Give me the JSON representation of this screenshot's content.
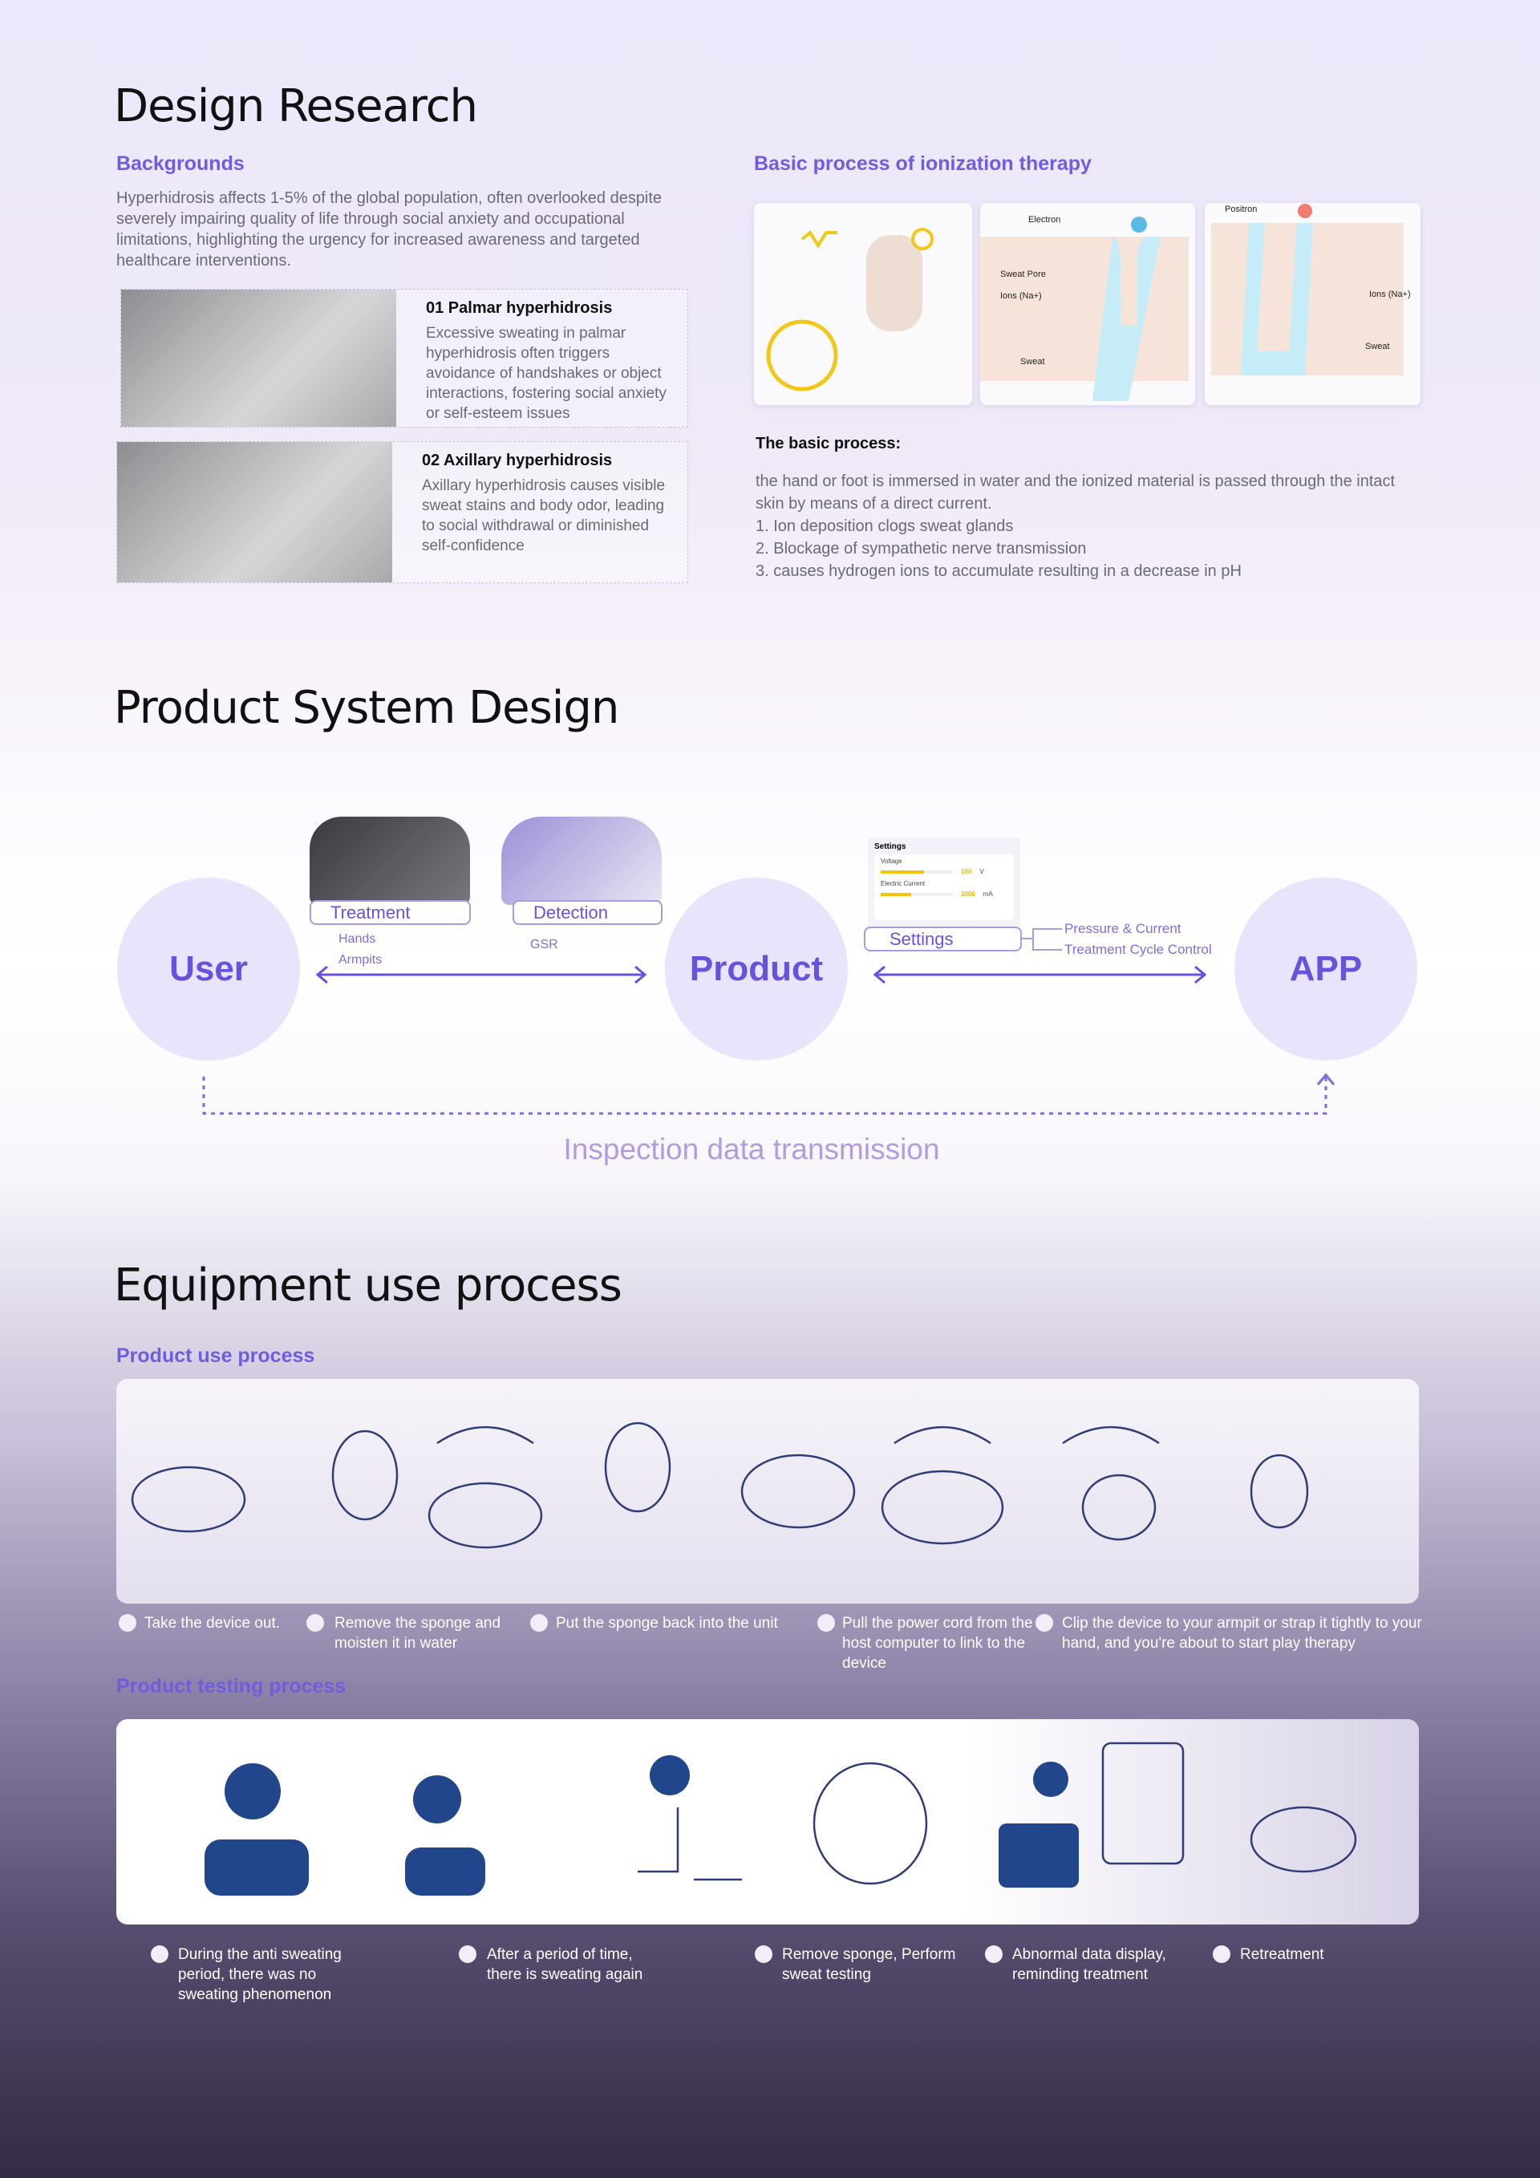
{
  "design_research": {
    "title": "Design Research",
    "backgrounds_heading": "Backgrounds",
    "backgrounds_text": "Hyperhidrosis affects 1-5% of the global population, often overlooked despite severely impairing quality of life through social anxiety and occupational limitations, highlighting the urgency for increased awareness and targeted healthcare interventions.",
    "cards": [
      {
        "title": "01 Palmar hyperhidrosis",
        "text": "Excessive sweating in palmar hyperhidrosis often triggers avoidance of handshakes or object interactions, fostering social anxiety or self-esteem issues"
      },
      {
        "title": "02 Axillary hyperhidrosis",
        "text": "Axillary hyperhidrosis causes visible sweat stains and body odor, leading to social withdrawal or diminished self-confidence"
      }
    ],
    "ionization_heading": "Basic process of ionization therapy",
    "diagram_labels": {
      "electron": "Electron",
      "sweat_pore": "Sweat Pore",
      "ions": "Ions (Na+)",
      "sweat": "Sweat",
      "positron": "Positron"
    },
    "basic_process_heading": "The basic process:",
    "basic_process_lines": [
      "the hand or foot is immersed in water and the ionized material is passed through the intact",
      "skin by means of a direct current.",
      "1. Ion deposition clogs sweat glands",
      "2. Blockage of sympathetic nerve transmission",
      "3. causes hydrogen ions to accumulate resulting in a decrease in pH"
    ]
  },
  "system": {
    "title": "Product System Design",
    "user": "User",
    "product": "Product",
    "app": "APP",
    "treatment": "Treatment",
    "treatment_items": [
      "Hands",
      "Armpits"
    ],
    "detection": "Detection",
    "detection_items": [
      "GSR"
    ],
    "settings": "Settings",
    "settings_items": [
      "Pressure & Current",
      "Treatment Cycle Control"
    ],
    "panel": {
      "title": "Settings",
      "voltage_label": "Voltage",
      "voltage_value": "100",
      "voltage_unit": "V",
      "voltage_fraction": 0.6,
      "current_label": "Electric Current",
      "current_value": "1000",
      "current_unit": "mA",
      "current_fraction": 0.42
    },
    "transmission": "Inspection data transmission"
  },
  "equipment": {
    "title": "Equipment use process",
    "use_heading": "Product use process",
    "use_steps": [
      "Take the device out.",
      "Remove the sponge and moisten it in water",
      "Put the sponge back into the unit",
      "Pull the power cord from the host computer to link to the device",
      "Clip the device to your armpit or strap it tightly to your hand, and you're about to start play therapy"
    ],
    "testing_heading": "Product testing process",
    "testing_steps": [
      "During the anti sweating period, there was no sweating phenomenon",
      "After a period of time, there is sweating again",
      "Remove sponge, Perform sweat testing",
      "Abnormal data display, reminding treatment",
      "Retreatment"
    ]
  },
  "colors": {
    "accent": "#6752de",
    "lilac": "#b49ae0"
  }
}
